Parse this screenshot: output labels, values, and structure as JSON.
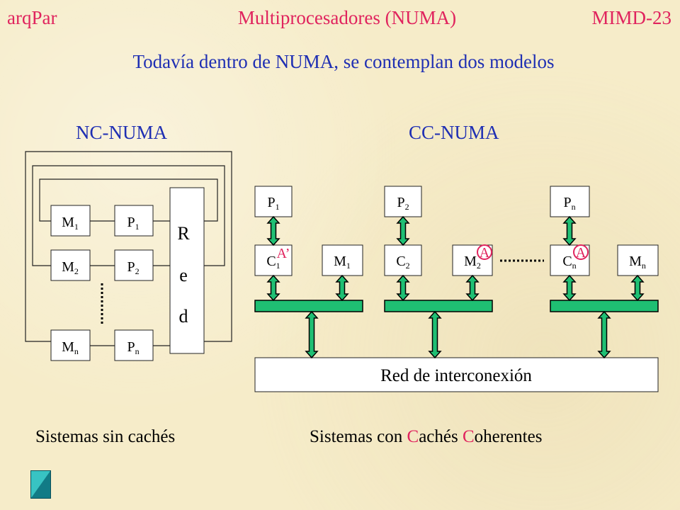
{
  "header": {
    "left": "arqPar",
    "center": "Multiprocesadores (NUMA)",
    "right": "MIMD-23"
  },
  "subtitle": "Todavía dentro de NUMA, se contemplan dos modelos",
  "nc_numa": {
    "title": "NC-NUMA",
    "memories": [
      {
        "base": "M",
        "sub": "1"
      },
      {
        "base": "M",
        "sub": "2"
      },
      {
        "base": "M",
        "sub": "n"
      }
    ],
    "processors": [
      {
        "base": "P",
        "sub": "1"
      },
      {
        "base": "P",
        "sub": "2"
      },
      {
        "base": "P",
        "sub": "n"
      }
    ],
    "network_letters": [
      "R",
      "e",
      "d"
    ],
    "caption": "Sistemas sin cachés"
  },
  "cc_numa": {
    "title": "CC-NUMA",
    "nodes": [
      {
        "proc": {
          "base": "P",
          "sub": "1"
        },
        "cache": {
          "base": "C",
          "sub": "1"
        },
        "mem": {
          "base": "M",
          "sub": "1"
        }
      },
      {
        "proc": {
          "base": "P",
          "sub": "2"
        },
        "cache": {
          "base": "C",
          "sub": "2"
        },
        "mem": {
          "base": "M",
          "sub": "2"
        }
      },
      {
        "proc": {
          "base": "P",
          "sub": "n"
        },
        "cache": {
          "base": "C",
          "sub": "n"
        },
        "mem": {
          "base": "M",
          "sub": "n"
        }
      }
    ],
    "marks": [
      "A’",
      "A",
      "A"
    ],
    "network_label": "Red de interconexión",
    "caption": {
      "pre": "Sistemas con ",
      "c1": "C",
      "mid": "achés ",
      "c2": "C",
      "post": "oherentes"
    }
  },
  "colors": {
    "background": "#f6ecc9",
    "header": "#e0245e",
    "title": "#1f2fb3",
    "bus": "#1fbf73",
    "mark": "#e0245e"
  },
  "nav": {
    "icon": "slide-nav-icon"
  }
}
